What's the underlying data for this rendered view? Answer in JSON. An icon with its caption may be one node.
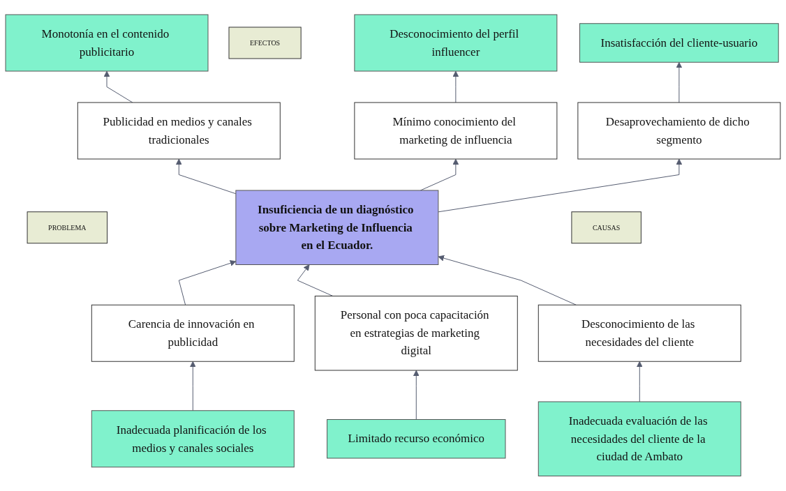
{
  "diagram": {
    "nodes": [
      {
        "text": [
          "Monotonía en el contenido publicitario"
        ]
      },
      {
        "text": [
          "Desconocimiento del perfil influencer"
        ]
      },
      {
        "text": [
          "Insatisfacción del cliente-usuario"
        ]
      },
      {
        "text": [
          "EFECTOS"
        ]
      },
      {
        "text": [
          "Publicidad en medios y canales tradicionales"
        ]
      },
      {
        "text": [
          "Mínimo conocimiento del marketing de influencia"
        ]
      },
      {
        "text": [
          "Desaprovechamiento de dicho segmento"
        ]
      },
      {
        "text": [
          "PROBLEMA"
        ]
      },
      {
        "text": [
          "Insuficiencia de un diagnóstico sobre Marketing de Influencia en el Ecuador."
        ]
      },
      {
        "text": [
          "Carencia de innovación en publicidad"
        ]
      },
      {
        "text": [
          "Personal con poca capacitación en estrategias de marketing digital"
        ]
      },
      {
        "text": [
          "Desconocimiento de las necesidades del cliente"
        ]
      },
      {
        "text": [
          "CAUSAS"
        ]
      },
      {
        "text": [
          "Inadecuada planificación de los medios y canales sociales"
        ]
      },
      {
        "text": [
          "Limitado recurso económico"
        ]
      },
      {
        "text": [
          "Inadecuada evaluación de las necesidades del cliente de la ciudad de Ambato"
        ]
      }
    ],
    "edges": [
      {
        "from": 4,
        "to": 0,
        "arrow": "to"
      },
      {
        "from": 5,
        "to": 1,
        "arrow": "to"
      },
      {
        "from": 6,
        "to": 2,
        "arrow": "to"
      },
      {
        "from": 8,
        "to": 4,
        "arrow": "to"
      },
      {
        "from": 8,
        "to": 5,
        "arrow": "to"
      },
      {
        "from": 8,
        "to": 6,
        "arrow": "to"
      },
      {
        "from": 9,
        "to": 8,
        "arrow": "to"
      },
      {
        "from": 10,
        "to": 8,
        "arrow": "to"
      },
      {
        "from": 11,
        "to": 8,
        "arrow": "to"
      },
      {
        "from": 13,
        "to": 9,
        "arrow": "to"
      },
      {
        "from": 14,
        "to": 10,
        "arrow": "to"
      },
      {
        "from": 15,
        "to": 11,
        "arrow": "to"
      }
    ]
  }
}
